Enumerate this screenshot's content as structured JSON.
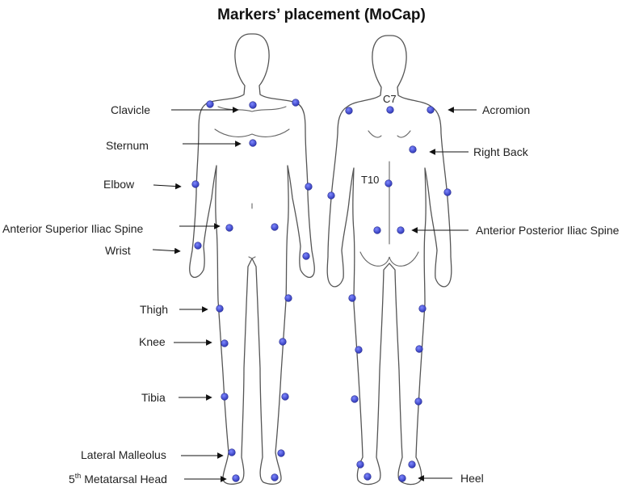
{
  "title": "Markers’ placement (MoCap)",
  "labels": {
    "clavicle": "Clavicle",
    "sternum": "Sternum",
    "elbow": "Elbow",
    "asis": "Anterior Superior Iliac Spine",
    "wrist": "Wrist",
    "thigh": "Thigh",
    "knee": "Knee",
    "tibia": "Tibia",
    "lateral_malleolus": "Lateral Malleolus",
    "metatarsal_base": "5",
    "metatarsal_sup": "th",
    "metatarsal_rest": " Metatarsal Head",
    "c7": "C7",
    "t10": "T10",
    "acromion": "Acromion",
    "right_back": "Right Back",
    "apis": "Anterior Posterior Iliac Spine",
    "heel": "Heel"
  },
  "colors": {
    "marker": "#3b46d6",
    "outline": "#555555",
    "text": "#222222"
  }
}
